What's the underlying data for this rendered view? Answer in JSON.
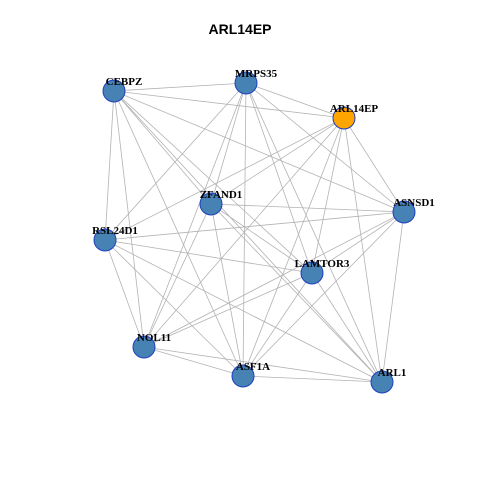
{
  "title": "ARL14EP",
  "colors": {
    "default_node": "#4682b4",
    "highlight_node": "#ffa500",
    "node_border": "#1f3fbf",
    "edge": "#b3b3b3"
  },
  "nodes": [
    {
      "id": "CEBPZ",
      "label": "CEBPZ",
      "highlight": false
    },
    {
      "id": "MRPS35",
      "label": "MRPS35",
      "highlight": false
    },
    {
      "id": "ARL14EP",
      "label": "ARL14EP",
      "highlight": true
    },
    {
      "id": "ZFAND1",
      "label": "ZFAND1",
      "highlight": false
    },
    {
      "id": "ASNSD1",
      "label": "ASNSD1",
      "highlight": false
    },
    {
      "id": "RSL24D1",
      "label": "RSL24D1",
      "highlight": false
    },
    {
      "id": "LAMTOR3",
      "label": "LAMTOR3",
      "highlight": false
    },
    {
      "id": "NOL11",
      "label": "NOL11",
      "highlight": false
    },
    {
      "id": "ASF1A",
      "label": "ASF1A",
      "highlight": false
    },
    {
      "id": "ARL1",
      "label": "ARL1",
      "highlight": false
    }
  ],
  "edges": [
    [
      "CEBPZ",
      "MRPS35"
    ],
    [
      "CEBPZ",
      "ARL14EP"
    ],
    [
      "CEBPZ",
      "ZFAND1"
    ],
    [
      "CEBPZ",
      "ASNSD1"
    ],
    [
      "CEBPZ",
      "RSL24D1"
    ],
    [
      "CEBPZ",
      "LAMTOR3"
    ],
    [
      "CEBPZ",
      "NOL11"
    ],
    [
      "CEBPZ",
      "ASF1A"
    ],
    [
      "CEBPZ",
      "ARL1"
    ],
    [
      "MRPS35",
      "ARL14EP"
    ],
    [
      "MRPS35",
      "ZFAND1"
    ],
    [
      "MRPS35",
      "ASNSD1"
    ],
    [
      "MRPS35",
      "RSL24D1"
    ],
    [
      "MRPS35",
      "LAMTOR3"
    ],
    [
      "MRPS35",
      "NOL11"
    ],
    [
      "MRPS35",
      "ASF1A"
    ],
    [
      "MRPS35",
      "ARL1"
    ],
    [
      "ARL14EP",
      "ZFAND1"
    ],
    [
      "ARL14EP",
      "ASNSD1"
    ],
    [
      "ARL14EP",
      "RSL24D1"
    ],
    [
      "ARL14EP",
      "LAMTOR3"
    ],
    [
      "ARL14EP",
      "NOL11"
    ],
    [
      "ARL14EP",
      "ASF1A"
    ],
    [
      "ARL14EP",
      "ARL1"
    ],
    [
      "ZFAND1",
      "ASNSD1"
    ],
    [
      "ZFAND1",
      "LAMTOR3"
    ],
    [
      "ZFAND1",
      "NOL11"
    ],
    [
      "ZFAND1",
      "ASF1A"
    ],
    [
      "ZFAND1",
      "ARL1"
    ],
    [
      "ASNSD1",
      "RSL24D1"
    ],
    [
      "ASNSD1",
      "LAMTOR3"
    ],
    [
      "ASNSD1",
      "NOL11"
    ],
    [
      "ASNSD1",
      "ASF1A"
    ],
    [
      "ASNSD1",
      "ARL1"
    ],
    [
      "RSL24D1",
      "LAMTOR3"
    ],
    [
      "RSL24D1",
      "NOL11"
    ],
    [
      "RSL24D1",
      "ASF1A"
    ],
    [
      "RSL24D1",
      "ARL1"
    ],
    [
      "LAMTOR3",
      "NOL11"
    ],
    [
      "LAMTOR3",
      "ASF1A"
    ],
    [
      "LAMTOR3",
      "ARL1"
    ],
    [
      "NOL11",
      "ASF1A"
    ],
    [
      "NOL11",
      "ARL1"
    ],
    [
      "ASF1A",
      "ARL1"
    ]
  ]
}
